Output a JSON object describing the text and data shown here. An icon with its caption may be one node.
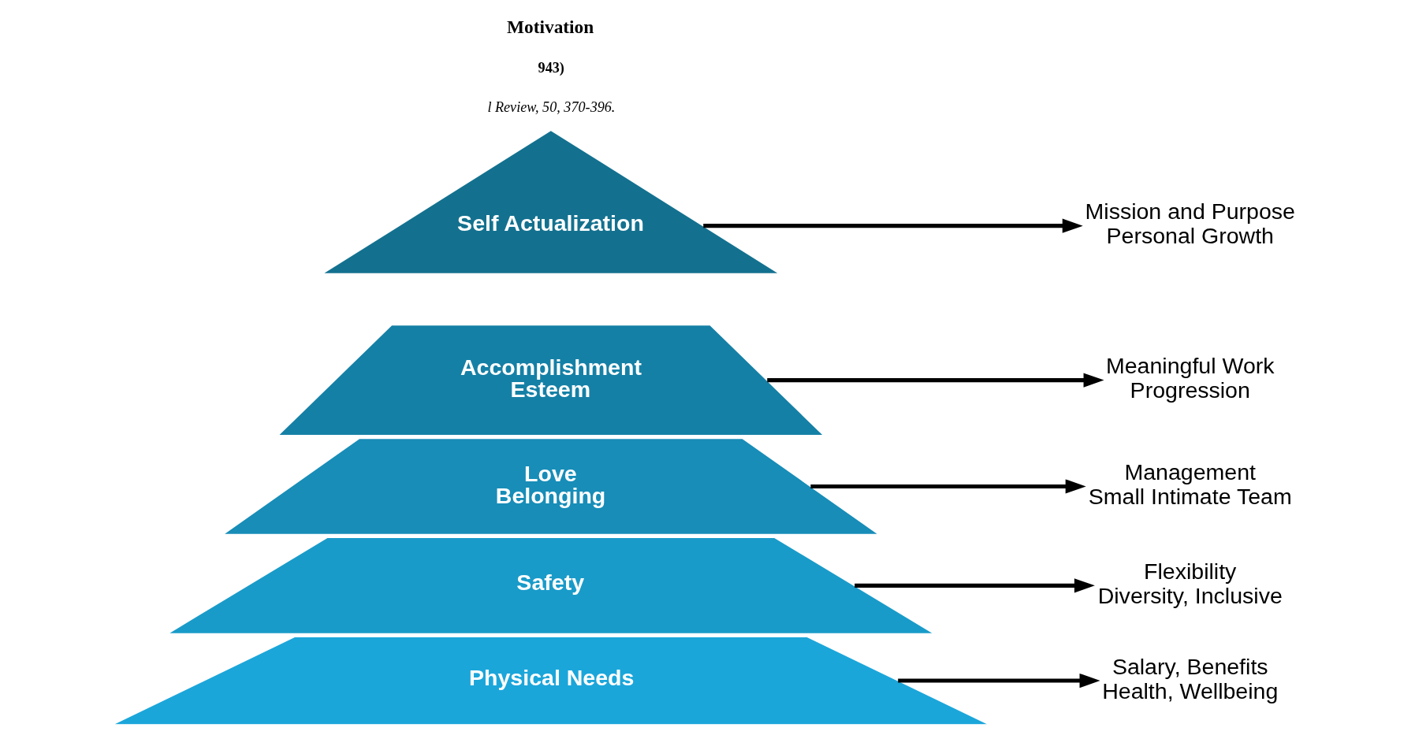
{
  "diagram": {
    "nodes": [
      {
        "text": [
          "Self Actualization"
        ]
      },
      {
        "text": [
          "Accomplishment",
          "Esteem"
        ]
      },
      {
        "text": [
          "Love",
          "Belonging"
        ]
      },
      {
        "text": [
          "Safety"
        ]
      },
      {
        "text": [
          "Physical Needs"
        ]
      },
      {
        "text": [
          "Mission and Purpose",
          "Personal Growth"
        ]
      },
      {
        "text": [
          "Meaningful Work",
          "Progression"
        ]
      },
      {
        "text": [
          "Management",
          "Small Intimate Team"
        ]
      },
      {
        "text": [
          "Flexibility",
          "Diversity, Inclusive"
        ]
      },
      {
        "text": [
          "Salary, Benefits",
          "Health, Wellbeing"
        ]
      }
    ],
    "edges": [
      {
        "from": 0,
        "to": 5,
        "arrow": "to"
      },
      {
        "from": 1,
        "to": 6,
        "arrow": "to"
      },
      {
        "from": 2,
        "to": 7,
        "arrow": "to"
      },
      {
        "from": 3,
        "to": 8,
        "arrow": "to"
      },
      {
        "from": 4,
        "to": 9,
        "arrow": "to"
      }
    ],
    "labels": [
      "Motivation",
      "943)",
      "l Review, 50, 370-396."
    ]
  }
}
